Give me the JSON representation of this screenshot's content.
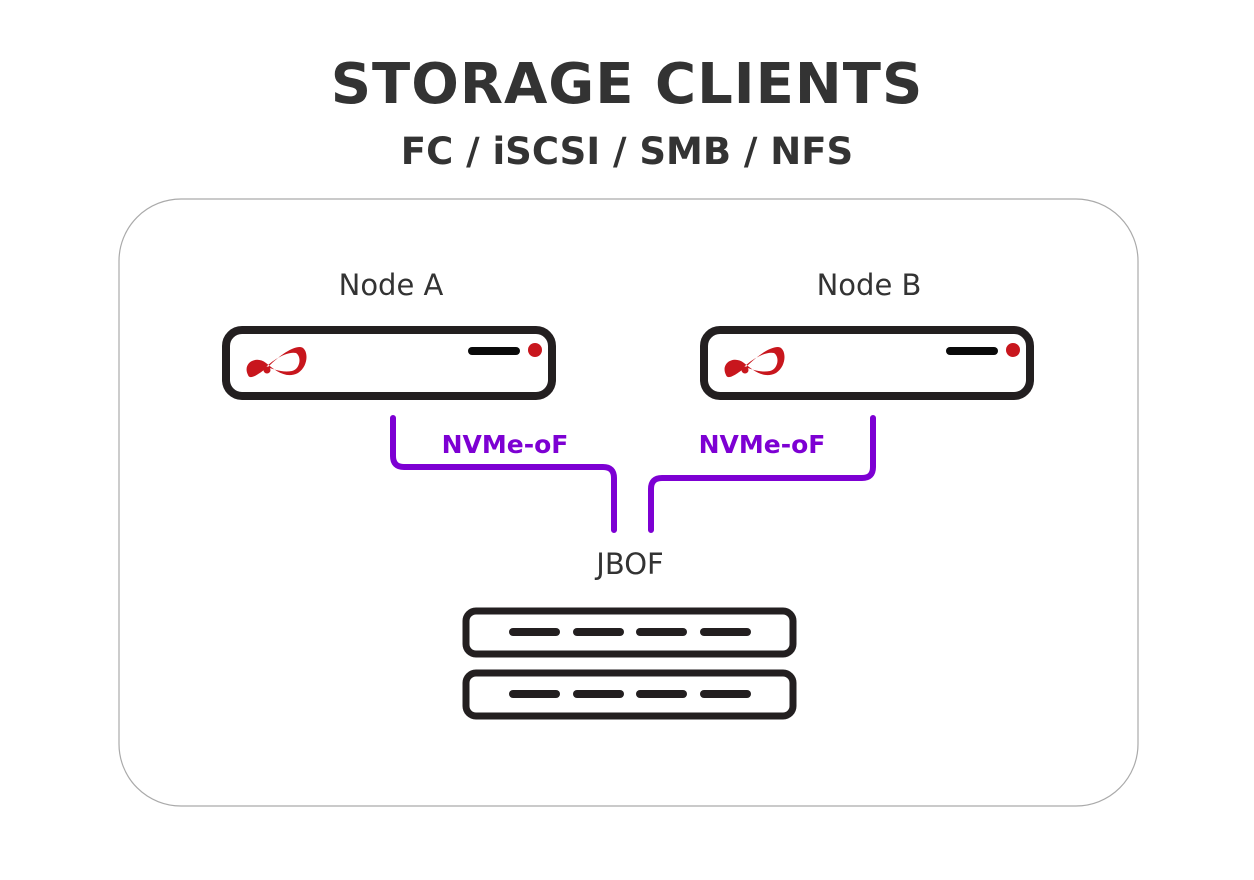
{
  "header": {
    "title": "STORAGE CLIENTS",
    "subtitle": "FC / iSCSI / SMB / NFS"
  },
  "nodes": [
    {
      "label": "Node A",
      "icon": "server-icon"
    },
    {
      "label": "Node B",
      "icon": "server-icon"
    }
  ],
  "links": [
    {
      "label": "NVMe-oF"
    },
    {
      "label": "NVMe-oF"
    }
  ],
  "jbof": {
    "label": "JBOF",
    "icon": "storage-shelf-icon"
  },
  "colors": {
    "link": "#7d00d3",
    "logo": "#c8161d",
    "outline": "#231f20",
    "container": "#aaaaaa",
    "text": "#333333"
  }
}
